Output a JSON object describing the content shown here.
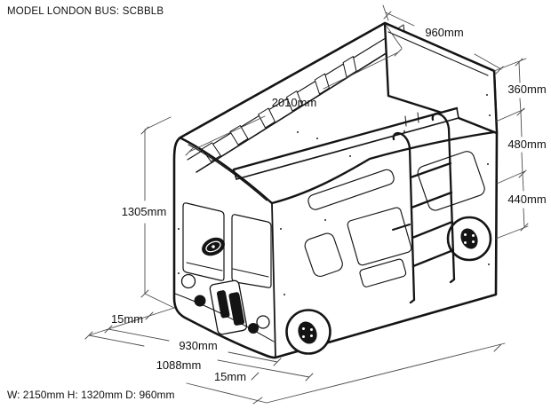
{
  "drawing": {
    "title": "MODEL LONDON BUS: SCBBLB",
    "footer": "W: 2150mm H: 1320mm D: 960mm",
    "ink_color": "#141414",
    "dim_line_color": "#4d4d4d"
  },
  "dimensions": {
    "depth_top": "960mm",
    "length_top": "2010mm",
    "height_left": "1305mm",
    "upper_section": "360mm",
    "middle_section": "480mm",
    "lower_section": "440mm",
    "front_offset": "15mm",
    "base_front": "930mm",
    "base_total": "1088mm",
    "rear_offset": "15mm"
  }
}
